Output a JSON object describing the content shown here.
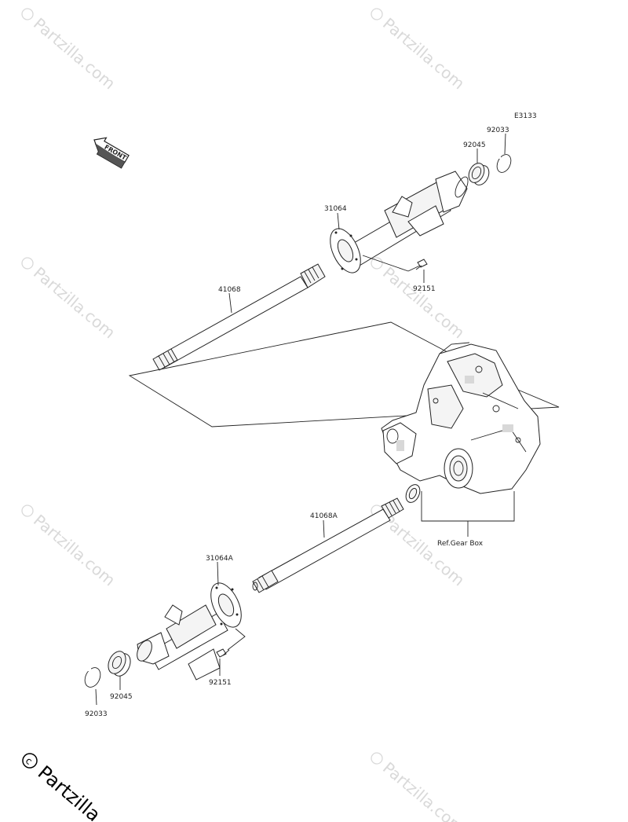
{
  "diagram": {
    "code": "E3133",
    "front_label": "FRONT",
    "ref_label": "Ref.Gear Box",
    "parts_upper": [
      "92033",
      "92045",
      "31064",
      "92151",
      "41068"
    ],
    "parts_lower": [
      "41068A",
      "31064A",
      "92151",
      "92045",
      "92033"
    ]
  },
  "watermark": {
    "text": "Partzilla.com",
    "copyright_brand": "Partzilla"
  }
}
